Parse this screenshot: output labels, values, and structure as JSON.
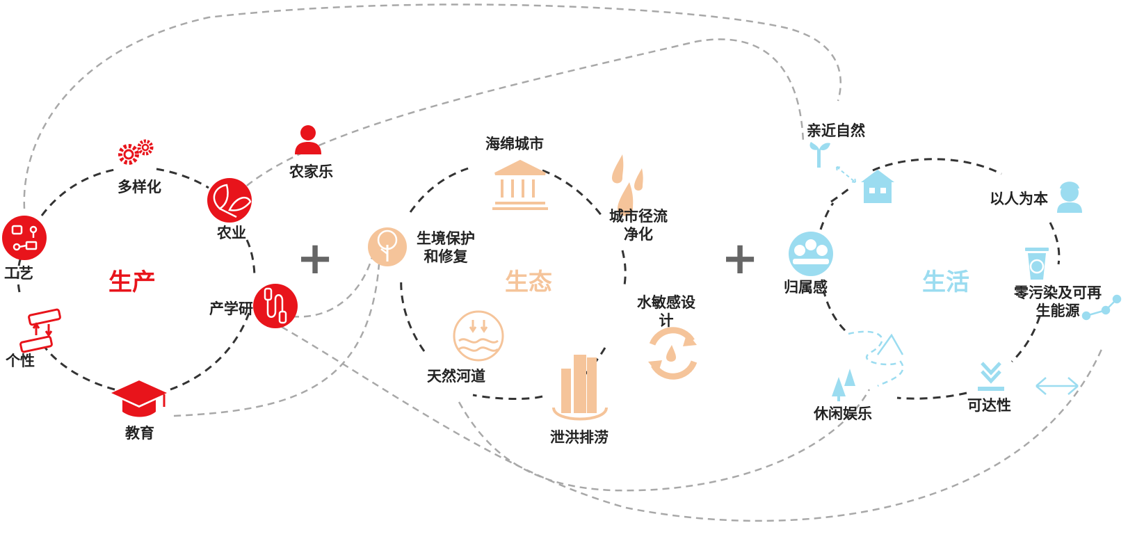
{
  "colors": {
    "production": "#e8141b",
    "ecology": "#f5c49a",
    "life": "#9bdcf0",
    "dash_dark": "#333333",
    "dash_light": "#a8a8a8",
    "text": "#222222",
    "plus": "#666666"
  },
  "titles": {
    "production": "生产",
    "ecology": "生态",
    "life": "生活"
  },
  "plus_sign": "+",
  "production": {
    "craft": "工艺",
    "diversity": "多样化",
    "agriculture": "农业",
    "farmstay": "农家乐",
    "industry_research": "产学研",
    "education": "教育",
    "individuality": "个性"
  },
  "ecology": {
    "sponge_city": "海绵城市",
    "habitat_line1": "生境保护",
    "habitat_line2": "和修复",
    "runoff_line1": "城市径流",
    "runoff_line2": "净化",
    "water_design_line1": "水敏感设",
    "water_design_line2": "计",
    "natural_river": "天然河道",
    "flood_drainage": "泄洪排涝"
  },
  "life": {
    "close_nature": "亲近自然",
    "belonging": "归属感",
    "people_oriented": "以人为本",
    "zero_pollution_line1": "零污染及可再",
    "zero_pollution_line2": "生能源",
    "accessibility": "可达性",
    "leisure": "休闲娱乐"
  },
  "icons": {
    "craft": "process-flow-icon",
    "diversity": "gears-icon",
    "agriculture": "leaves-icon",
    "farmstay": "farmer-icon",
    "industry_research": "connector-icon",
    "education": "graduation-cap-icon",
    "individuality": "server-swap-icon",
    "sponge_city": "building-columns-icon",
    "habitat": "tree-icon",
    "runoff": "water-drops-icon",
    "water_design": "recycle-drop-icon",
    "natural_river": "waves-icon",
    "flood_drainage": "skyscrapers-icon",
    "close_nature": "plant-icon",
    "home": "house-icon",
    "belonging": "group-icon",
    "people_oriented": "worker-icon",
    "zero_pollution": "recycle-bin-icon",
    "accessibility": "arrow-down-icon",
    "leisure": "trees-icon",
    "share": "share-icon"
  }
}
